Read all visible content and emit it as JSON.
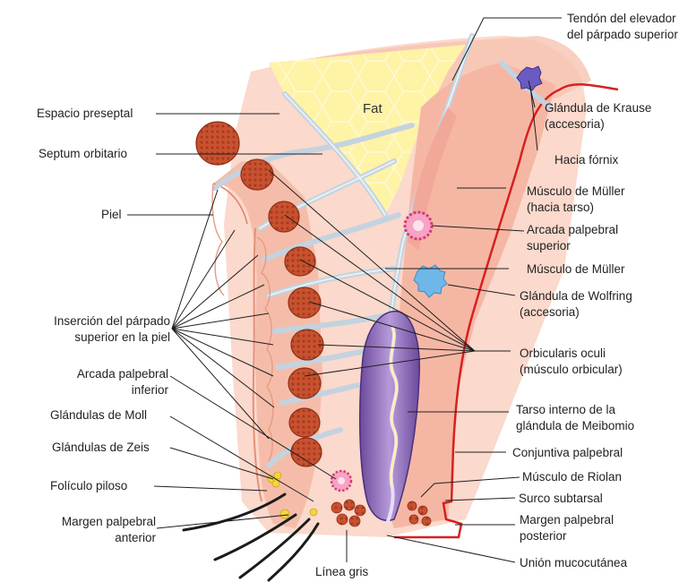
{
  "diagram": {
    "fat_label": "Fat",
    "labels_left": {
      "espacio_preseptal": "Espacio preseptal",
      "septum_orbitario": "Septum orbitario",
      "piel": "Piel",
      "insercion_1": "Inserción del párpado",
      "insercion_2": "superior en la piel",
      "arcada_inferior_1": "Arcada palpebral",
      "arcada_inferior_2": "inferior",
      "moll": "Glándulas de Moll",
      "zeis": "Glándulas de Zeis",
      "foliculo": "Folículo piloso",
      "margen_anterior_1": "Margen palpebral",
      "margen_anterior_2": "anterior"
    },
    "labels_right": {
      "tendon_1": "Tendón del elevador",
      "tendon_2": "del párpado superior",
      "krause_1": "Glándula de Krause",
      "krause_2": "(accesoria)",
      "fornix": "Hacia fórnix",
      "muller_tarso_1": "Músculo de Müller",
      "muller_tarso_2": "(hacia tarso)",
      "arcada_superior_1": "Arcada palpebral",
      "arcada_superior_2": "superior",
      "muller": "Músculo de Müller",
      "wolfring_1": "Glándula de Wolfring",
      "wolfring_2": "(accesoria)",
      "orbicularis_1": "Orbicularis oculi",
      "orbicularis_2": "(músculo orbicular)",
      "tarso_1": "Tarso interno de la",
      "tarso_2": "glándula de Meibomio",
      "conjuntiva": "Conjuntiva palpebral",
      "riolan": "Músculo de Riolan",
      "surco": "Surco subtarsal",
      "margen_posterior_1": "Margen palpebral",
      "margen_posterior_2": "posterior",
      "union": "Unión mucocutánea"
    },
    "label_bottom": {
      "linea_gris": "Línea gris"
    },
    "colors": {
      "skin": "#f6c6b4",
      "skin_dark": "#eda28c",
      "fat": "#fff3a6",
      "septum": "#c9d9e6",
      "muscle": "#c44a2c",
      "tarsus": "#8a63b5",
      "conjunctiva": "#d72020",
      "wolfring": "#6fb7e8",
      "krause": "#6a5bc0",
      "arcade": "#e84d8a"
    }
  }
}
